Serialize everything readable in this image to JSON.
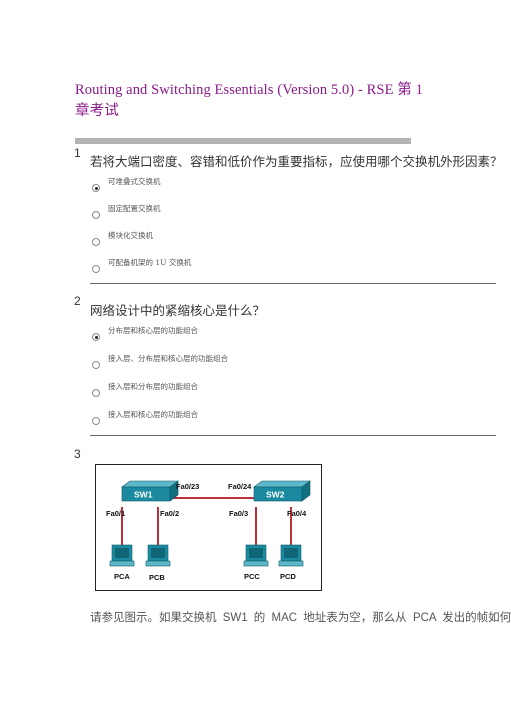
{
  "title": {
    "line1": "Routing and Switching Essentials (Version 5.0) - RSE  第  1",
    "line2": "章考试"
  },
  "questions": [
    {
      "number": "1",
      "text": "若将大端口密度、容错和低价作为重要指标，应使用哪个交换机外形因素？",
      "options": [
        "可堆叠式交换机",
        "固定配置交换机",
        "模块化交换机",
        "可配备机架的  1U  交换机"
      ],
      "selected_index": 0
    },
    {
      "number": "2",
      "text": "网络设计中的紧缩核心是什么？",
      "options": [
        "分布层和核心层的功能组合",
        "接入层、分布层和核心层的功能组合",
        "接入层和分布层的功能组合",
        "接入层和核心层的功能组合"
      ],
      "selected_index": 0
    },
    {
      "number": "3",
      "diagram": {
        "switches": [
          "SW1",
          "SW2"
        ],
        "ports": [
          "Fa0/23",
          "Fa0/24",
          "Fa0/1",
          "Fa0/2",
          "Fa0/3",
          "Fa0/4"
        ],
        "pcs": [
          "PCA",
          "PCB",
          "PCC",
          "PCD"
        ]
      },
      "text": "请参见图示。如果交换机  SW1  的  MAC  地址表为空，那么从  PCA  发出的帧如何"
    }
  ],
  "colors": {
    "title": "#8b1a8b",
    "switch": "#1b8aa0",
    "link": "#c0303a"
  }
}
